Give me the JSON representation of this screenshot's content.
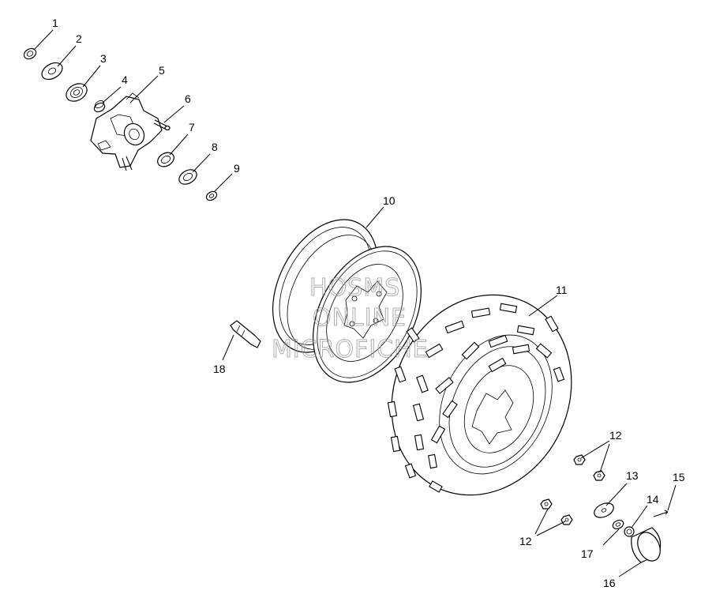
{
  "callouts": [
    {
      "id": "c1",
      "label": "1"
    },
    {
      "id": "c2",
      "label": "2"
    },
    {
      "id": "c3",
      "label": "3"
    },
    {
      "id": "c4",
      "label": "4"
    },
    {
      "id": "c5",
      "label": "5"
    },
    {
      "id": "c6",
      "label": "6"
    },
    {
      "id": "c7",
      "label": "7"
    },
    {
      "id": "c8",
      "label": "8"
    },
    {
      "id": "c9",
      "label": "9"
    },
    {
      "id": "c10",
      "label": "10"
    },
    {
      "id": "c11",
      "label": "11"
    },
    {
      "id": "c12a",
      "label": "12"
    },
    {
      "id": "c12b",
      "label": "12"
    },
    {
      "id": "c13",
      "label": "13"
    },
    {
      "id": "c14",
      "label": "14"
    },
    {
      "id": "c15",
      "label": "15"
    },
    {
      "id": "c16",
      "label": "16"
    },
    {
      "id": "c17",
      "label": "17"
    },
    {
      "id": "c18",
      "label": "18"
    }
  ],
  "watermark": [
    "HOSMS",
    "ONLINE",
    "MICROFICHE"
  ]
}
